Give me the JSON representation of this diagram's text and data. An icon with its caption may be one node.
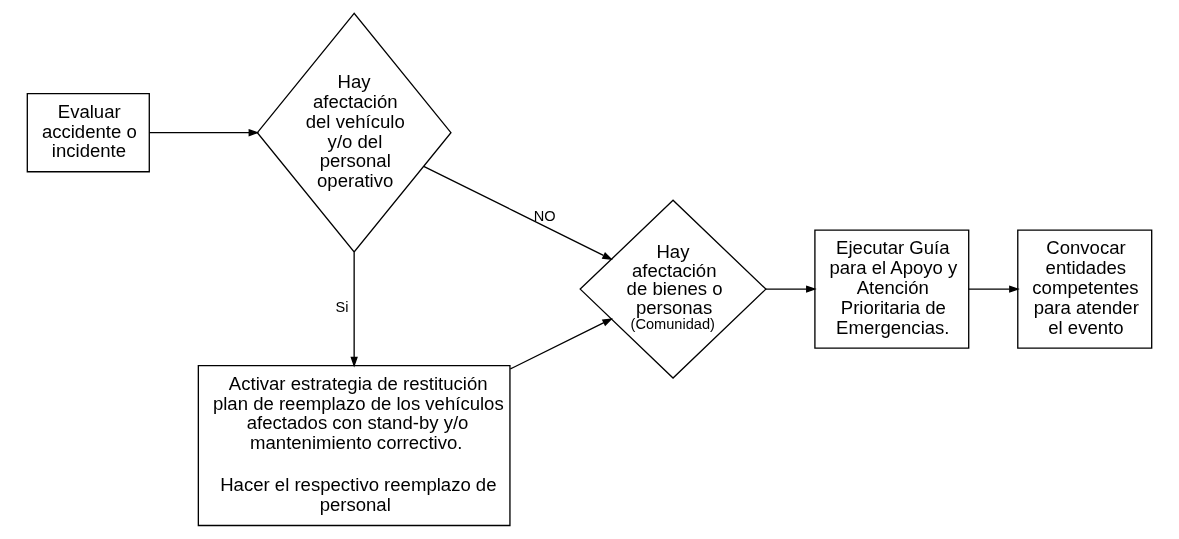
{
  "diagram": {
    "nodes": [
      {
        "text": [
          "Evaluar accidente o incidente"
        ]
      },
      {
        "text": [
          "Hay afectación del vehículo y/o del personal operativo"
        ]
      },
      {
        "text": [
          "Hay afectación de bienes o personas",
          "(Comunidad)"
        ]
      },
      {
        "text": [
          "Ejecutar Guía para el Apoyo y Atención Prioritaria de Emergencias."
        ]
      },
      {
        "text": [
          "Convocar entidades competentes para atender el evento"
        ]
      },
      {
        "text": [
          "Activar estrategia de restitución plan de reemplazo de los vehículos afectados con stand-by y/o mantenimiento correctivo.",
          "Hacer el respectivo reemplazo de personal"
        ]
      }
    ],
    "edges": [
      {
        "from": 0,
        "to": 1,
        "arrow": "to"
      },
      {
        "from": 1,
        "to": 2,
        "arrow": "to",
        "label": "NO"
      },
      {
        "from": 2,
        "to": 3,
        "arrow": "to"
      },
      {
        "from": 3,
        "to": 4,
        "arrow": "to"
      },
      {
        "from": 1,
        "to": 5,
        "arrow": "to",
        "label": "Si"
      },
      {
        "from": 5,
        "to": 2,
        "arrow": "to"
      }
    ]
  }
}
